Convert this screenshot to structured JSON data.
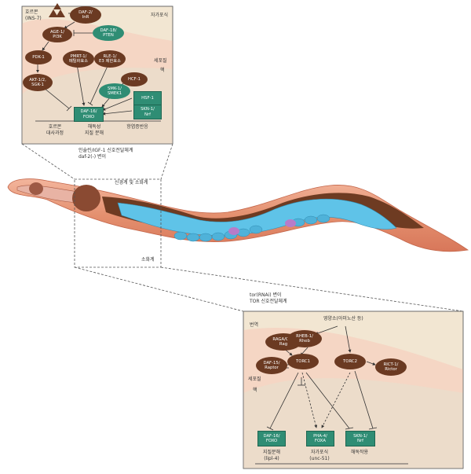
{
  "top_panel": {
    "hormone_label": "호르몬\n(INS-7)",
    "autophagy_label": "자가포식",
    "cytoplasm_label": "세포질",
    "nucleus_label": "핵",
    "nodes": {
      "daf2": "DAF-2/\nInR",
      "age1": "AGE-1/\nPI3K",
      "daf18": "DAF-18/\nPTEN",
      "pdk1": "PDK-1",
      "pmrt1": "PMRT-1/\n메틸화효소",
      "rle1": "RLE-1/\nE3 제한효소",
      "akt": "AKT-1/2,\nSGK-1",
      "hcf1": "HCF-1",
      "smk1": "SMK-1/\nSMEK1",
      "hsf1": "HSF-1",
      "skn1": "SKN-1/\nNrf",
      "daf16": "DAF-16/\nFOXO"
    },
    "outputs": [
      "호르몬\n대사과정",
      "해독성\n지질 분해",
      "항염증반응"
    ]
  },
  "top_caption": "인슐린/IGF-1 신호전달체계\ndaf-2(-) 변이",
  "worm": {
    "neuro_label": "신경계 및 소화계",
    "gut_label": "소화계"
  },
  "bottom_caption": "tor(RNAi) 변이\nTOR 신호전달체계",
  "bottom_panel": {
    "nutrients_label": "영양소(아미노산 등)",
    "translation_label": "번역",
    "cytoplasm_label": "세포질",
    "nucleus_label": "핵",
    "nodes": {
      "raga": "RAGA/C-1/\nRag",
      "rheb1": "RHEB-1/\nRheb",
      "daf15": "DAF-15/\nRaptor",
      "torc1": "TORC1",
      "torc2": "TORC2",
      "rict1": "RICT-1/\nRictor",
      "daf16": "DAF-16/\nFOXO",
      "pha4": "PHA-4/\nFOXA",
      "skn1": "SKN-1/\nNrf"
    },
    "outputs": [
      "지질분해\n(lipl-4)",
      "자가포식\n(unc-51)",
      "해독작용"
    ]
  },
  "colors": {
    "panel_bg": "#f2e6d2",
    "cytoplasm": "#f3d3c2",
    "nucleus": "#ead9c8",
    "protein_brown": "#6b3a22",
    "protein_green": "#2f8d74",
    "worm_body": "#e79a80",
    "worm_gut": "#5fc3e8",
    "worm_dark": "#6e3b22",
    "gonad_purple": "#b77cc9"
  }
}
